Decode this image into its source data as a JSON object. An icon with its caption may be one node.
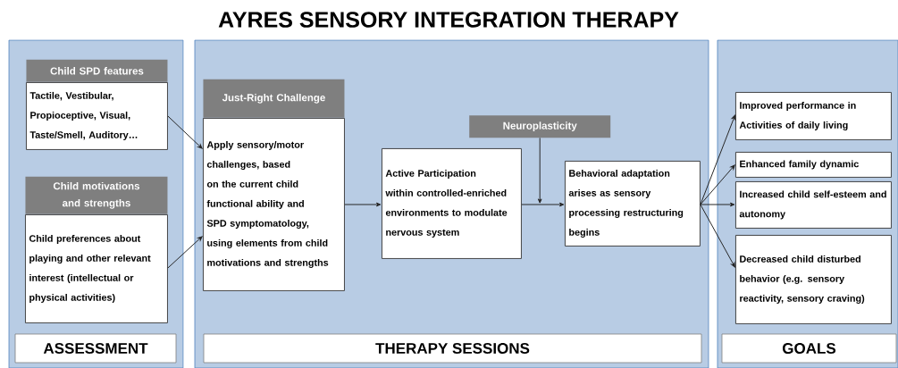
{
  "diagram": {
    "title": "AYRES SENSORY INTEGRATION THERAPY",
    "nodes": [
      {
        "text": [
          "ASSESSMENT"
        ]
      },
      {
        "text": [
          "Child SPD features",
          "Tactile, Vestibular, Propioceptive, Visual, Taste/Smell, Auditory…"
        ],
        "in": 0
      },
      {
        "text": [
          "Child motivations and strengths",
          "Child preferences about playing and other relevant interest (intellectual or physical activities)"
        ],
        "in": 0
      },
      {
        "text": [
          "THERAPY SESSIONS"
        ]
      },
      {
        "text": [
          "Just-Right Challenge",
          "Apply sensory/motor challenges, based on the current child functional ability and SPD symptomatology, using elements from child motivations and strengths"
        ],
        "in": 3
      },
      {
        "text": [
          "Active Participation within controlled-enriched environments to modulate nervous system"
        ],
        "in": 3
      },
      {
        "text": [
          "Neuroplasticity"
        ],
        "in": 3
      },
      {
        "text": [
          "Behavioral adaptation arises as sensory processing restructuring begins"
        ],
        "in": 3
      },
      {
        "text": [
          "GOALS"
        ]
      },
      {
        "text": [
          "Improved performance in Activities of daily living"
        ],
        "in": 8
      },
      {
        "text": [
          "Enhanced family dynamic"
        ],
        "in": 8
      },
      {
        "text": [
          "Increased child self-esteem and autonomy"
        ],
        "in": 8
      },
      {
        "text": [
          "Decreased child disturbed behavior (e.g. sensory reactivity, sensory craving)"
        ],
        "in": 8
      }
    ],
    "edges": [
      {
        "from": 1,
        "to": 4,
        "arrow": "to"
      },
      {
        "from": 2,
        "to": 4,
        "arrow": "to"
      },
      {
        "from": 4,
        "to": 5,
        "arrow": "to"
      },
      {
        "from": 5,
        "to": 7,
        "arrow": "to"
      },
      {
        "from": 6,
        "to": null,
        "arrow": "to"
      },
      {
        "from": 7,
        "to": 9,
        "arrow": "to"
      },
      {
        "from": 7,
        "to": 10,
        "arrow": "to"
      },
      {
        "from": 7,
        "to": 11,
        "arrow": "to"
      },
      {
        "from": 7,
        "to": 12,
        "arrow": "to"
      }
    ]
  }
}
